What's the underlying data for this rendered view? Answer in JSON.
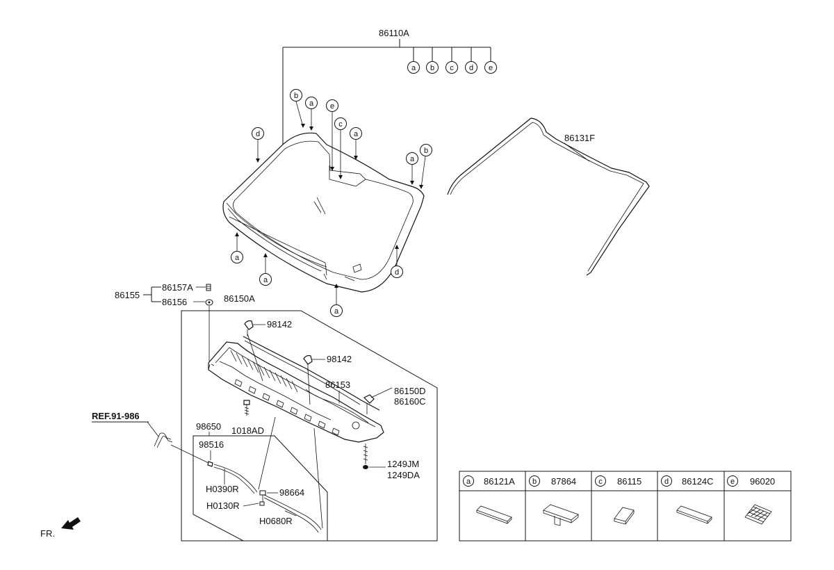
{
  "labels": {
    "glass_assembly": "86110A",
    "moulding": "86131F",
    "clip_set": "86155",
    "clip_a": "86157A",
    "clip_b": "86156",
    "cowl_panel": "86150A",
    "nozzle_left": "98142",
    "nozzle_right": "98142",
    "cowl_seal": "86153",
    "cowl_end_left": "86150D",
    "cowl_end_right": "86160C",
    "screw_left": "1018AD",
    "screw_a": "1249JM",
    "screw_b": "1249DA",
    "hose_assembly": "98650",
    "connector": "98516",
    "hose_1": "H0390R",
    "hose_2": "H0130R",
    "hose_3": "H0680R",
    "check_valve": "98664",
    "ref": "REF.91-986",
    "front": "FR."
  },
  "callout_letters": [
    "a",
    "b",
    "c",
    "d",
    "e"
  ],
  "legend": [
    {
      "letter": "a",
      "part": "86121A",
      "icon": "rubber-strip-icon"
    },
    {
      "letter": "b",
      "part": "87864",
      "icon": "clip-pad-icon"
    },
    {
      "letter": "c",
      "part": "86115",
      "icon": "spacer-block-icon"
    },
    {
      "letter": "d",
      "part": "86124C",
      "icon": "dam-strip-icon"
    },
    {
      "letter": "e",
      "part": "96020",
      "icon": "sensor-pad-icon"
    }
  ]
}
